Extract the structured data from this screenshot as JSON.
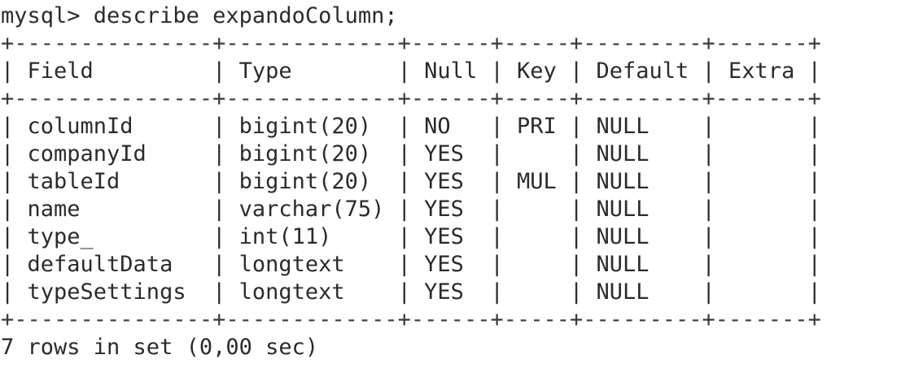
{
  "terminal": {
    "command_line": "mysql> describe expandoColumn;",
    "table_border": "+---------------+-------------+------+-----+---------+-------+",
    "header": "| Field         | Type        | Null | Key | Default | Extra |",
    "rows": [
      "| columnId      | bigint(20)  | NO   | PRI | NULL    |       |",
      "| companyId     | bigint(20)  | YES  |     | NULL    |       |",
      "| tableId       | bigint(20)  | YES  | MUL | NULL    |       |",
      "| name          | varchar(75) | YES  |     | NULL    |       |",
      "| type_         | int(11)     | YES  |     | NULL    |       |",
      "| defaultData   | longtext    | YES  |     | NULL    |       |",
      "| typeSettings  | longtext    | YES  |     | NULL    |       |"
    ],
    "result_summary": "7 rows in set (0,00 sec)"
  }
}
